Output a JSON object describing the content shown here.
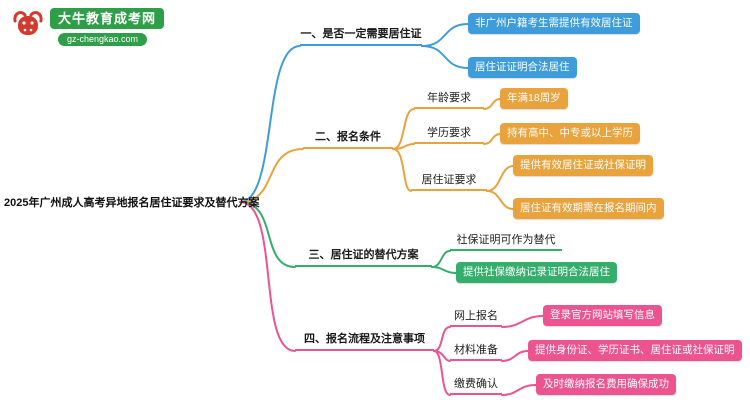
{
  "colors": {
    "blue": "#3E9CDB",
    "orange": "#E8A33D",
    "green": "#35AE6B",
    "pink": "#EC5490",
    "logo_green": "#2F9E49",
    "logo_red": "#D23A2E"
  },
  "logo": {
    "site_name": "大牛教育成考网",
    "site_url": "gz-chengkao.com"
  },
  "root": {
    "title": "2025年广州成人高考异地报名居住证要求及替代方案"
  },
  "branch1": {
    "label": "一、是否一定需要居住证",
    "leaf1": "非广州户籍考生需提供有效居住证",
    "leaf2": "居住证证明合法居住"
  },
  "branch2": {
    "label": "二、报名条件",
    "item1": {
      "label": "年龄要求",
      "value": "年满18周岁"
    },
    "item2": {
      "label": "学历要求",
      "value": "持有高中、中专或以上学历"
    },
    "item3": {
      "label": "居住证要求",
      "leaf1": "提供有效居住证或社保证明",
      "leaf2": "居住证有效期需在报名期间内"
    }
  },
  "branch3": {
    "label": "三、居住证的替代方案",
    "item1": "社保证明可作为替代",
    "leaf1": "提供社保缴纳记录证明合法居住"
  },
  "branch4": {
    "label": "四、报名流程及注意事项",
    "item1": {
      "label": "网上报名",
      "value": "登录官方网站填写信息"
    },
    "item2": {
      "label": "材料准备",
      "value": "提供身份证、学历证书、居住证或社保证明"
    },
    "item3": {
      "label": "缴费确认",
      "value": "及时缴纳报名费用确保成功"
    }
  }
}
